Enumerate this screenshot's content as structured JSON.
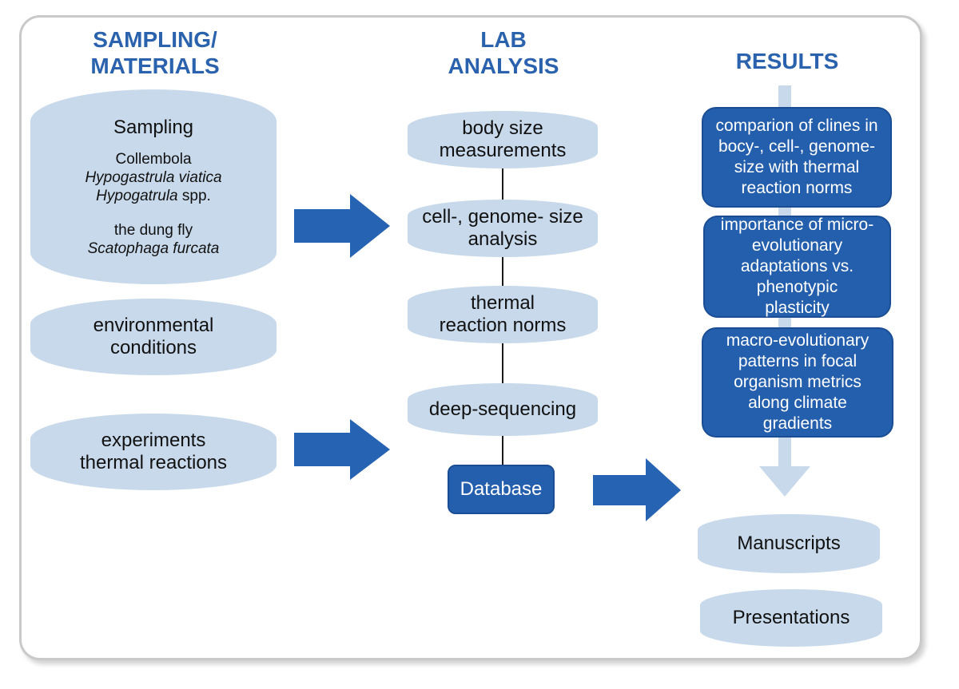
{
  "colors": {
    "heading": "#2a62ad",
    "light_fill": "#c7d9ea",
    "dark_fill": "#245fae",
    "arrow": "#2763b3",
    "frame": "#c9c9c9"
  },
  "columns": {
    "sampling": {
      "heading_line1": "SAMPLING/",
      "heading_line2": "MATERIALS"
    },
    "lab": {
      "heading_line1": "LAB",
      "heading_line2": "ANALYSIS"
    },
    "results": {
      "heading": "RESULTS"
    }
  },
  "sampling": {
    "title": "Sampling",
    "group1": "Collembola",
    "species1_genus": "Hypogastrula viatica",
    "species2_genus": "Hypogatrula",
    "species2_suffix": " spp.",
    "group2": "the dung fly",
    "species3": "Scatophaga furcata",
    "environment_line1": "environmental",
    "environment_line2": "conditions",
    "experiments_line1": "experiments",
    "experiments_line2": "thermal reactions"
  },
  "lab": {
    "step1_line1": "body size",
    "step1_line2": "measurements",
    "step2_line1": "cell-, genome- size",
    "step2_line2": "analysis",
    "step3_line1": "thermal",
    "step3_line2": "reaction norms",
    "step4": "deep-sequencing",
    "database": "Database"
  },
  "results": {
    "box1": [
      "comparion of clines in",
      "bocy-, cell-, genome-",
      "size with thermal",
      "reaction norms"
    ],
    "box2": [
      "importance of micro-",
      "evolutionary",
      "adaptations vs.",
      "phenotypic",
      "plasticity"
    ],
    "box3": [
      "macro-evolutionary",
      "patterns in focal",
      "organism metrics",
      "along climate",
      "gradients"
    ],
    "output1": "Manuscripts",
    "output2": "Presentations"
  }
}
